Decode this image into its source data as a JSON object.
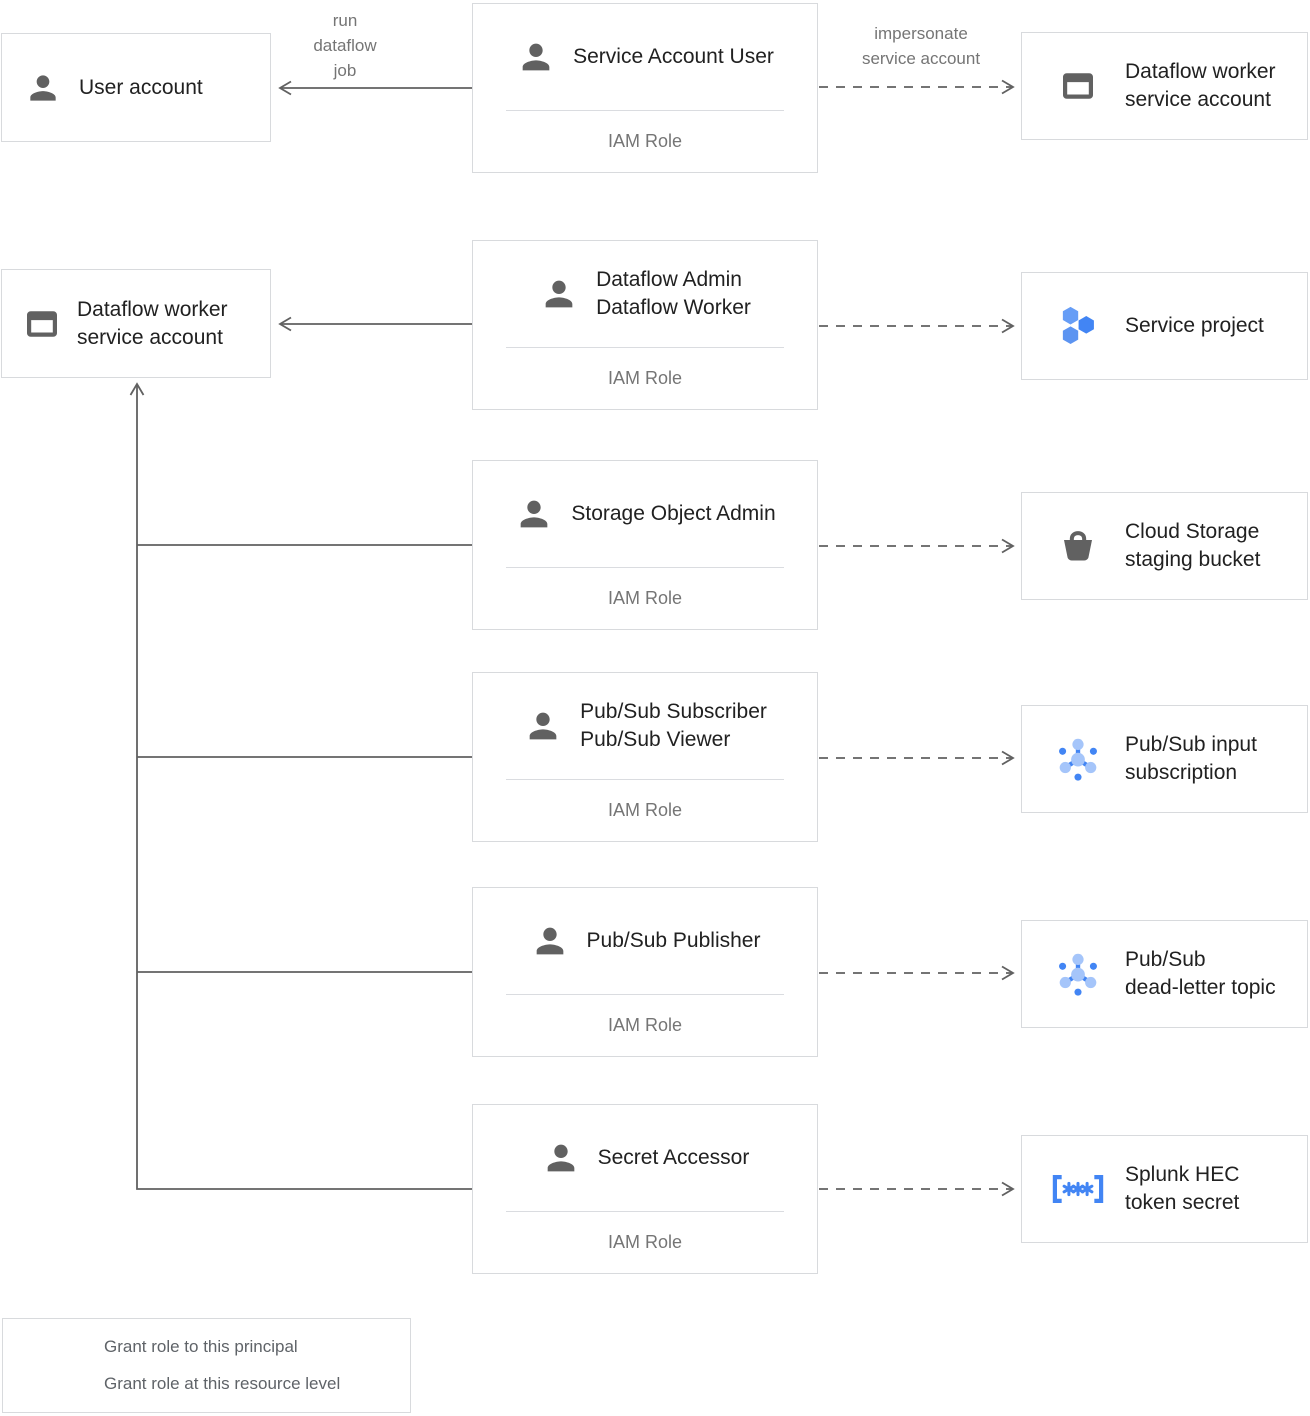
{
  "colors": {
    "accent_blue": "#4285F4",
    "light_blue": "#A5C5FA",
    "line_gray": "#616161",
    "border_gray": "#dadce0",
    "title_text": "#212121",
    "muted_text": "#757575"
  },
  "edge_labels": {
    "run_dataflow_job": "run\ndataflow\njob",
    "impersonate": "impersonate\nservice account"
  },
  "principals": {
    "user_account": "User account",
    "dataflow_worker_sa": "Dataflow worker\nservice account"
  },
  "iam_role_boxes": [
    {
      "title": "Service Account User",
      "role": "IAM Role"
    },
    {
      "title": "Dataflow Admin\nDataflow Worker",
      "role": "IAM Role"
    },
    {
      "title": "Storage Object Admin",
      "role": "IAM Role"
    },
    {
      "title": "Pub/Sub Subscriber\nPub/Sub Viewer",
      "role": "IAM Role"
    },
    {
      "title": "Pub/Sub Publisher",
      "role": "IAM Role"
    },
    {
      "title": "Secret Accessor",
      "role": "IAM Role"
    }
  ],
  "resources": [
    {
      "label": "Dataflow worker\nservice account",
      "icon": "service-account-icon"
    },
    {
      "label": "Service project",
      "icon": "project-icon"
    },
    {
      "label": "Cloud Storage\nstaging bucket",
      "icon": "bucket-icon"
    },
    {
      "label": "Pub/Sub input\nsubscription",
      "icon": "pubsub-icon"
    },
    {
      "label": "Pub/Sub\ndead-letter topic",
      "icon": "pubsub-icon"
    },
    {
      "label": "Splunk HEC\ntoken secret",
      "icon": "secret-icon"
    }
  ],
  "legend": [
    {
      "label": "Grant role to this principal",
      "line_style": "solid"
    },
    {
      "label": "Grant role at this resource level",
      "line_style": "dashed"
    }
  ]
}
